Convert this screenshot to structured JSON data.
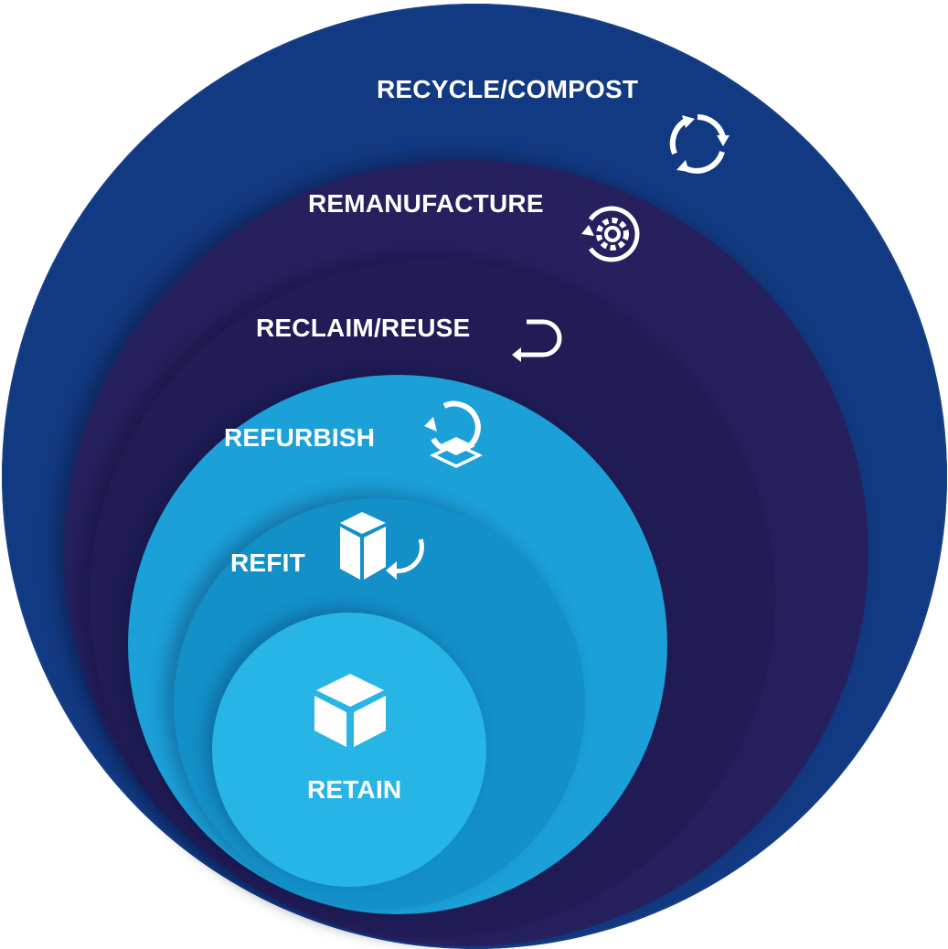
{
  "layers": [
    {
      "label": "RECYCLE/COMPOST",
      "icon": "recycle-arrows-icon"
    },
    {
      "label": "REMANUFACTURE",
      "icon": "gear-cycle-icon"
    },
    {
      "label": "RECLAIM/REUSE",
      "icon": "return-arrow-icon"
    },
    {
      "label": "REFURBISH",
      "icon": "refresh-layer-icon"
    },
    {
      "label": "REFIT",
      "icon": "cube-rotate-icon"
    },
    {
      "label": "RETAIN",
      "icon": "cube-icon"
    }
  ],
  "colors": {
    "recycle": "#123a82",
    "remanufacture": "#27205f",
    "reclaim": "#211c56",
    "refurbish": "#1ba0d8",
    "refit": "#1390c8",
    "retain": "#27b5e6"
  }
}
